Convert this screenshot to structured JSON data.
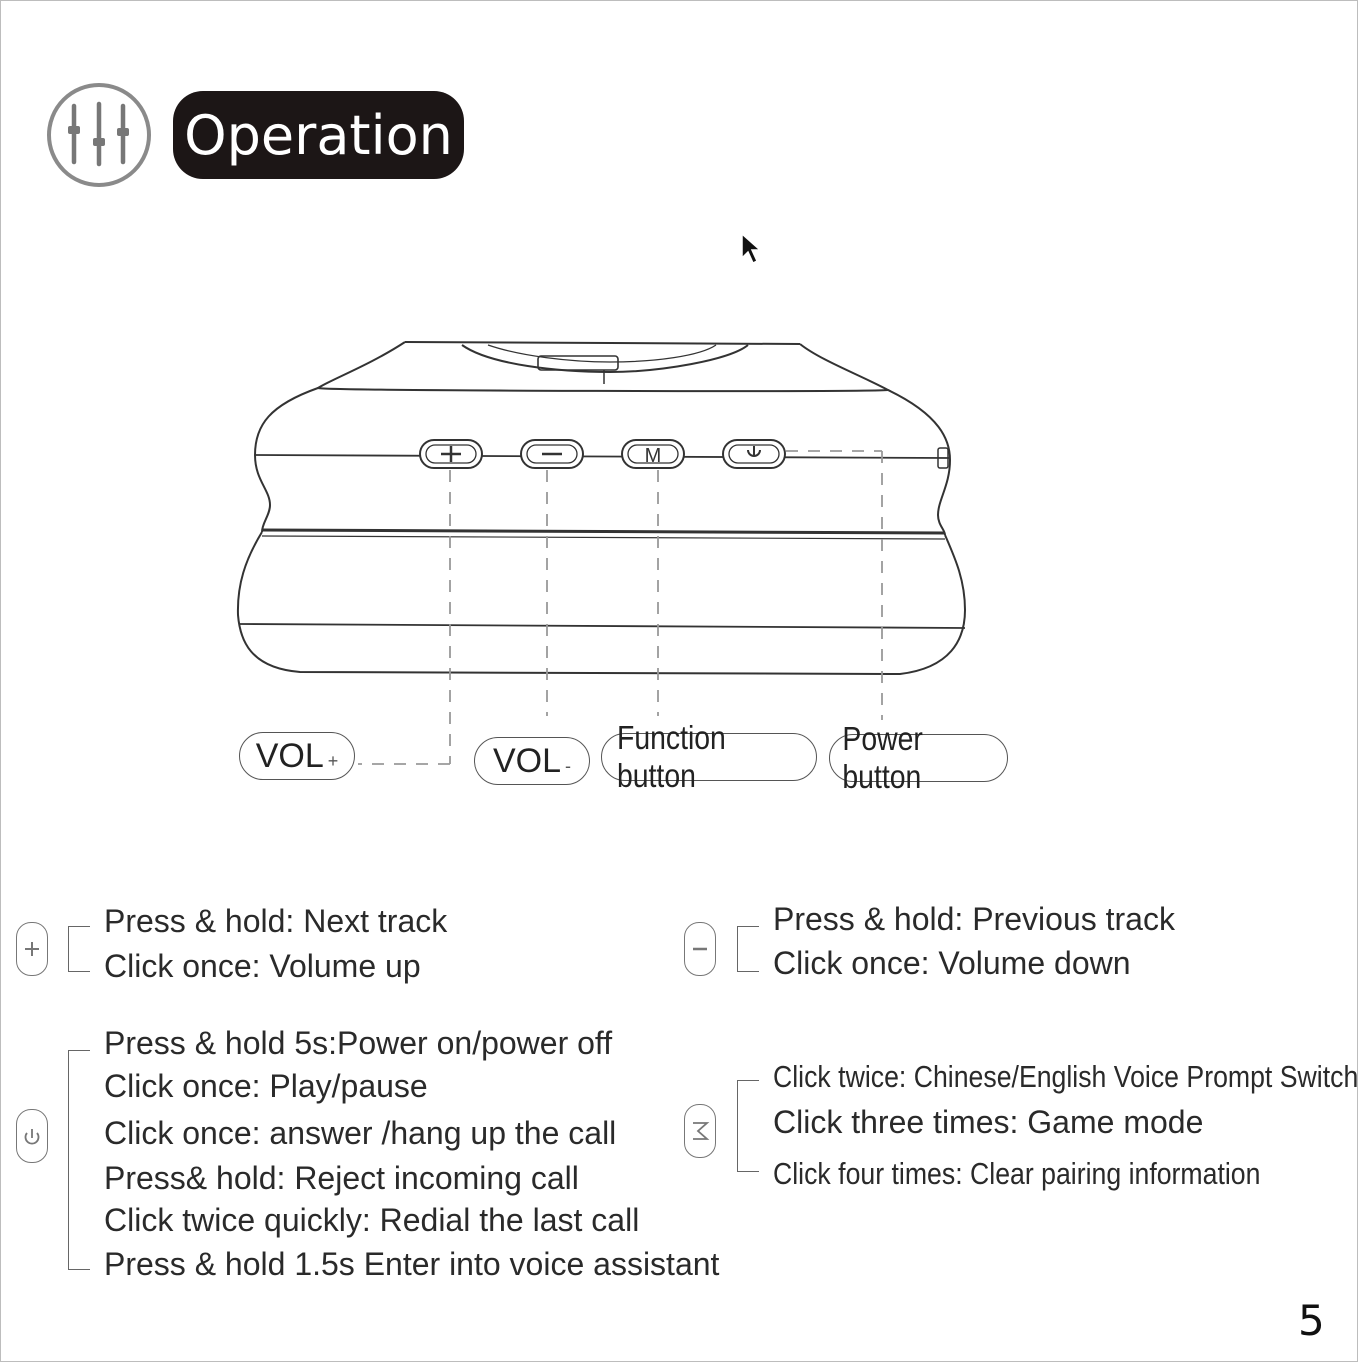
{
  "header": {
    "title": "Operation",
    "icon": "equalizer-sliders-icon"
  },
  "diagram": {
    "buttons": [
      {
        "icon": "plus-icon"
      },
      {
        "icon": "minus-icon"
      },
      {
        "icon": "m-letter-icon",
        "glyph": "M"
      },
      {
        "icon": "power-icon"
      }
    ],
    "labels": {
      "vol_plus": {
        "main": "VOL",
        "sub": "+"
      },
      "vol_minus": {
        "main": "VOL",
        "sub": "-"
      },
      "function": "Function button",
      "power": "Power button"
    }
  },
  "instructions": {
    "plus": [
      "Press & hold: Next track",
      "Click once: Volume up"
    ],
    "minus": [
      "Press & hold: Previous track",
      "Click once: Volume down"
    ],
    "power": [
      "Press & hold 5s:Power on/power off",
      "Click once: Play/pause",
      "Click once: answer /hang up the call",
      "Press& hold: Reject incoming call",
      "Click twice quickly: Redial the last call",
      "Press & hold 1.5s  Enter into voice assistant"
    ],
    "function": [
      "Click twice:  Chinese/English Voice Prompt Switch",
      "Click three times:   Game mode",
      "Click four times:  Clear pairing information"
    ]
  },
  "page_number": "5"
}
